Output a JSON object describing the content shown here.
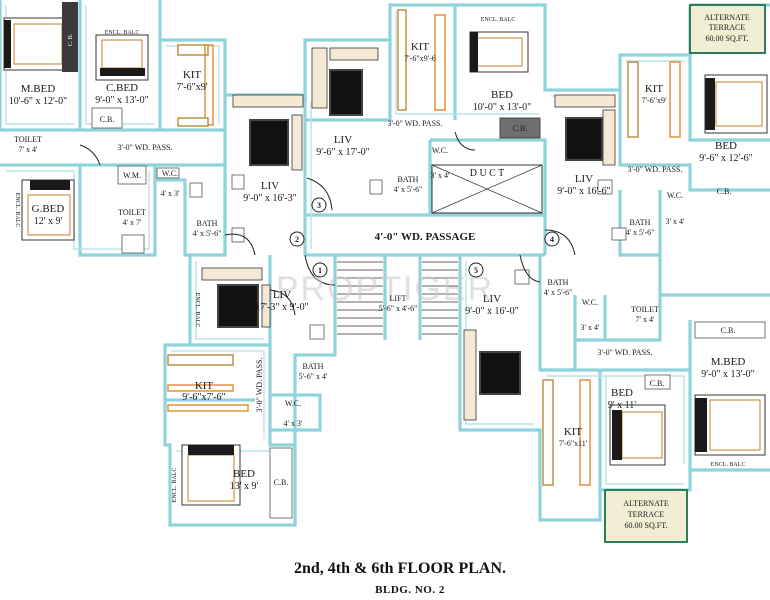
{
  "title": "2nd, 4th & 6th FLOOR PLAN.",
  "subtitle": "BLDG. NO. 2",
  "watermark": "PROPTIGER",
  "colors": {
    "wall": "#8fd3dc",
    "terrace_border": "#2f7d5a",
    "terrace_fill": "#f2eed3",
    "rug": "#111111",
    "counter": "#b88a3a"
  },
  "rooms": {
    "mbed1": [
      "M.BED",
      "10'-6\" x 12'-0\""
    ],
    "cbed1": [
      "C.BED",
      "9'-0\" x 13'-0\""
    ],
    "kit1": [
      "KIT",
      "7'-6\"x9'"
    ],
    "toilet1": [
      "TOILET",
      "7' x 4'"
    ],
    "gbed": [
      "G.BED",
      "12' x 9'"
    ],
    "wm": [
      "W.M."
    ],
    "wc1": [
      "W.C."
    ],
    "wc1dim": "4' x 3'",
    "toilet2": [
      "TOILET",
      "4' x 7'"
    ],
    "bath1": [
      "BATH",
      "4' x 5'-6\""
    ],
    "liv1": [
      "LIV",
      "9'-0\" x 16'-3\""
    ],
    "kit2": [
      "KIT",
      "7'-6\"x9'-6"
    ],
    "liv2": [
      "LIV",
      "9'-6\" x 17'-0\""
    ],
    "bath2": [
      "BATH",
      "4' x 5'-6\""
    ],
    "wc2": [
      "W.C.",
      "3' x 4'"
    ],
    "bed2": [
      "BED",
      "10'-0\" x 13'-0\""
    ],
    "duct": "D U C T",
    "liv3": [
      "LIV",
      "9'-0\" x 16'-6\""
    ],
    "kit3": [
      "KIT",
      "7'-6\"x9'"
    ],
    "bed3": [
      "BED",
      "9'-6\" x 12'-6\""
    ],
    "wc3": [
      "W.C.",
      "3' x 4'"
    ],
    "bath3": [
      "BATH",
      "4' x 5'-6\""
    ],
    "passage": "4'-0\" WD. PASSAGE",
    "liv4": [
      "LIV",
      "17'-3\" x 9'-0\""
    ],
    "lift": [
      "LIFT",
      "5'-6\" x 4'-6\""
    ],
    "liv5": [
      "LIV",
      "9'-0\" x 16'-0\""
    ],
    "bath4": [
      "BATH",
      "4' x 5'-6\""
    ],
    "wc4": [
      "W.C.",
      "3' x 4'"
    ],
    "toilet3": [
      "TOILET",
      "7' x 4'"
    ],
    "kit4": [
      "KIT",
      "9'-6\"x7'-6\""
    ],
    "bath5": [
      "BATH",
      "5'-6\" x 4'"
    ],
    "wc5": [
      "W.C.",
      "4' x 3'"
    ],
    "bed4": [
      "BED",
      "13' x 9'"
    ],
    "mbed2": [
      "M.BED",
      "9'-0\" x 13'-0\""
    ],
    "bed5": [
      "BED",
      "9' x 11'"
    ],
    "kit5": [
      "KIT",
      "7'-6\"x11'"
    ]
  },
  "passages": {
    "wd_pass": "3'-0\" WD. PASS.",
    "wd_pass_v": "3'-0\" WD. PASS."
  },
  "labels": {
    "encl_balc": "ENCL. BALC",
    "cb": "C.B.",
    "c_b": "C.B.",
    "cb_vertical": "C. B."
  },
  "terraces": {
    "top": [
      "ALTERNATE",
      "TERRACE",
      "60.00 SQ.FT."
    ],
    "bottom": [
      "ALTERNATE",
      "TERRACE",
      "60.00 SQ.FT."
    ]
  },
  "markers": [
    "1",
    "2",
    "3",
    "4",
    "5"
  ]
}
